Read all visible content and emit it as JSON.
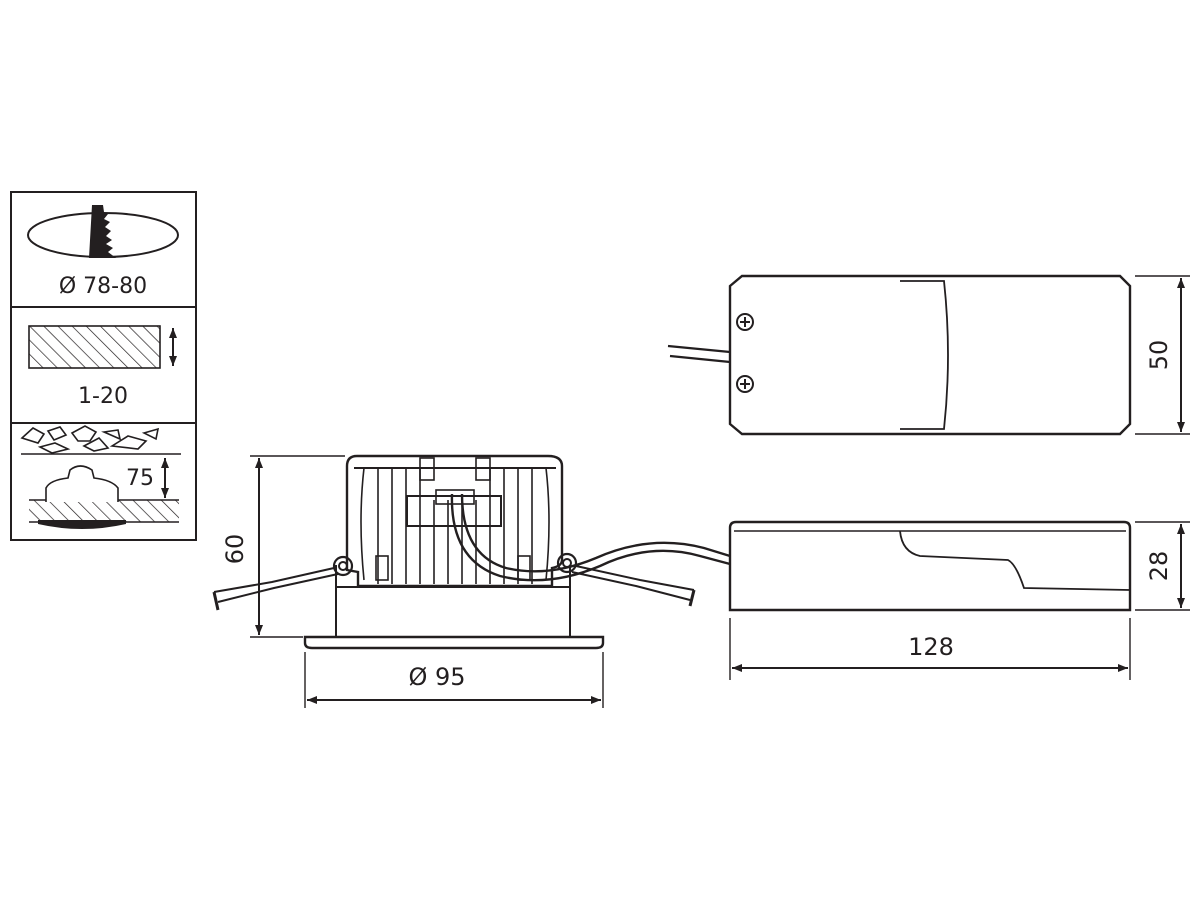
{
  "install_info": {
    "cutout_label": "Ø 78-80",
    "ceiling_thickness_label": "1-20",
    "recess_depth_label": "75"
  },
  "downlight": {
    "height_label": "60",
    "diameter_label": "Ø 95"
  },
  "driver": {
    "width_label": "50",
    "height_label": "28",
    "length_label": "128"
  },
  "colors": {
    "line": "#231f20",
    "background": "#ffffff"
  }
}
